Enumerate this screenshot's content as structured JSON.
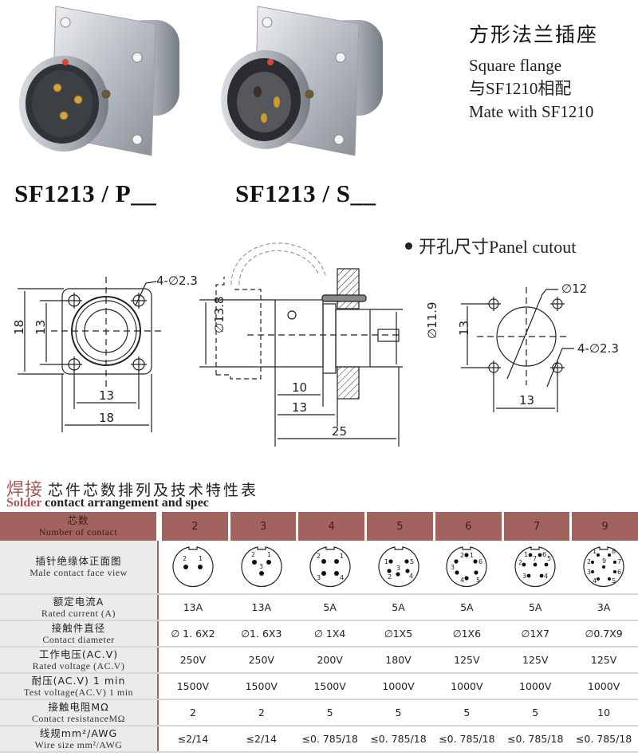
{
  "products": [
    {
      "name": "SF1213 / P__",
      "type": "male plug (pins)",
      "pins": 3
    },
    {
      "name": "SF1213 / S__",
      "type": "female socket",
      "pins": 3
    }
  ],
  "header": {
    "title_cn": "方形法兰插座",
    "title_en": "Square flange",
    "mate_cn": "与SF1210相配",
    "mate_en": "Mate with SF1210"
  },
  "drawings": {
    "front_view": {
      "width": "18",
      "height": "18",
      "hole_pitch_h": "13",
      "hole_pitch_v": "13",
      "holes": "4-∅2.3"
    },
    "side_view": {
      "diameter": "∅13.8",
      "body_diameter": "∅11.9",
      "dim_10": "10",
      "dim_13": "13",
      "dim_25": "25"
    },
    "panel_cutout": {
      "title": "开孔尺寸Panel cutout",
      "hole_diameter": "∅12",
      "pitch_h": "13",
      "pitch_v": "13",
      "mount_holes": "4-∅2.3"
    }
  },
  "section": {
    "title_cn_red": "焊接",
    "title_cn": "芯件芯数排列及技术特性表",
    "title_en_red": "Solder",
    "title_en": " contact arrangement and spec"
  },
  "table": {
    "header": {
      "label_cn": "芯数",
      "label_en": "Number of contact",
      "values": [
        "2",
        "3",
        "4",
        "5",
        "6",
        "7",
        "9"
      ]
    },
    "face_view": {
      "label_cn": "插针绝缘体正面图",
      "label_en": "Male contact face view"
    },
    "rows": [
      {
        "label_cn": "额定电流A",
        "label_en": "Rated current (A)",
        "values": [
          "13A",
          "13A",
          "5A",
          "5A",
          "5A",
          "5A",
          "3A"
        ]
      },
      {
        "label_cn": "接触件直径",
        "label_en": "Contact diameter",
        "values": [
          "∅ 1. 6X2",
          "∅1. 6X3",
          "∅ 1X4",
          "∅1X5",
          "∅1X6",
          "∅1X7",
          "∅0.7X9"
        ]
      },
      {
        "label_cn": "工作电压(AC.V)",
        "label_en": "Rated voltage (AC.V)",
        "values": [
          "250V",
          "250V",
          "200V",
          "180V",
          "125V",
          "125V",
          "125V"
        ]
      },
      {
        "label_cn": "耐压(AC.V) 1 min",
        "label_en": "Test voltage(AC.V) 1 min",
        "values": [
          "1500V",
          "1500V",
          "1500V",
          "1000V",
          "1000V",
          "1000V",
          "1000V"
        ]
      },
      {
        "label_cn": "接触电阻MΩ",
        "label_en": "Contact resistanceMΩ",
        "values": [
          "2",
          "2",
          "5",
          "5",
          "5",
          "5",
          "10"
        ]
      },
      {
        "label_cn": "线规mm²/AWG",
        "label_en": "Wire size mm²/AWG",
        "values": [
          "≤2/14",
          "≤2/14",
          "≤0. 785/18",
          "≤0. 785/18",
          "≤0. 785/18",
          "≤0. 785/18",
          "≤0. 785/18"
        ]
      }
    ]
  },
  "colors": {
    "accent": "#a2625e",
    "accent_text": "#a45c5a",
    "label_bg": "#ebebeb",
    "grid": "#d8d8d8"
  }
}
